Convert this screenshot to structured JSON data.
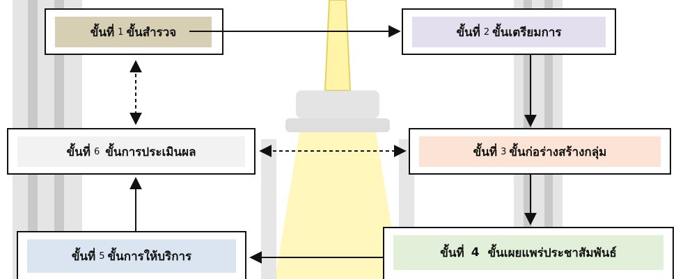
{
  "colors": {
    "step1_fill": "#d6cfb4",
    "step2_fill": "#e4dfee",
    "step3_fill": "#fbe4d5",
    "step4_fill": "#e2efd9",
    "step5_fill": "#dbe5f1",
    "step6_fill": "#f2f2f2",
    "background_column": "#c9c9c9",
    "background_tower": "#fff6b0",
    "border": "#111111"
  },
  "steps": [
    {
      "prefix": "ขั้นที่",
      "num": "1",
      "name": "ขั้นสำรวจ"
    },
    {
      "prefix": "ขั้นที่",
      "num": "2",
      "name": "ขั้นเตรียมการ"
    },
    {
      "prefix": "ขั้นที่",
      "num": "3",
      "name": "ขั้นก่อร่างสร้างกลุ่ม"
    },
    {
      "prefix": "ขั้นที่",
      "num": "4",
      "name": "ขั้นเผยแพร่ประชาสัมพันธ์"
    },
    {
      "prefix": "ขั้นที่",
      "num": "5",
      "name": "ขั้นการให้บริการ"
    },
    {
      "prefix": "ขั้นที่",
      "num": "6",
      "name": "ขั้นการประเมินผล"
    }
  ]
}
